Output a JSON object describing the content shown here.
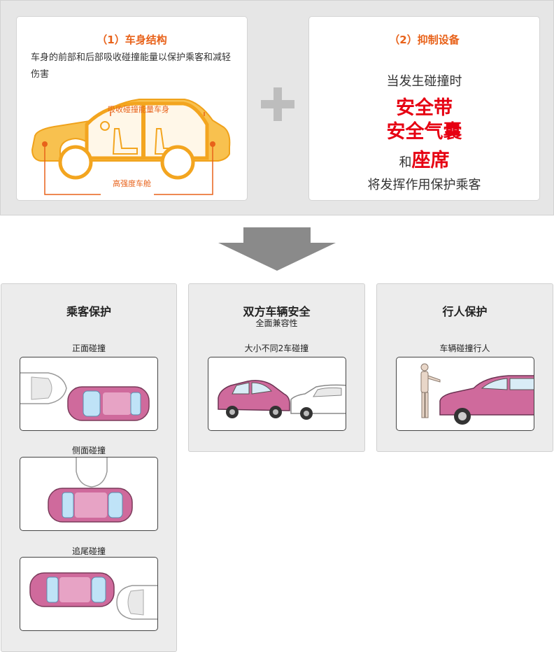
{
  "body_structure": {
    "title": "（1）车身结构",
    "description": "车身的前部和后部吸收碰撞能量以保护乘客和减轻伤害",
    "label_absorb": "吸收碰撞能量车身",
    "label_cabin": "高强度车舱"
  },
  "restraint": {
    "title": "（2）抑制设备",
    "line1": "当发生碰撞时",
    "seatbelt": "安全带",
    "airbag": "安全气囊",
    "and": "和",
    "seat": "座席",
    "line_last": "将发挥作用保护乘客"
  },
  "occupant": {
    "title": "乘客保护",
    "cases": [
      "正面碰撞",
      "侧面碰撞",
      "追尾碰撞"
    ]
  },
  "compat": {
    "title": "双方车辆安全",
    "subtitle": "全面兼容性",
    "case": "大小不同2车碰撞"
  },
  "pedestrian": {
    "title": "行人保护",
    "case": "车辆碰撞行人"
  },
  "colors": {
    "accent_orange": "#e8621a",
    "highlight_red": "#e60012",
    "car_pink": "#cf6a9c"
  }
}
